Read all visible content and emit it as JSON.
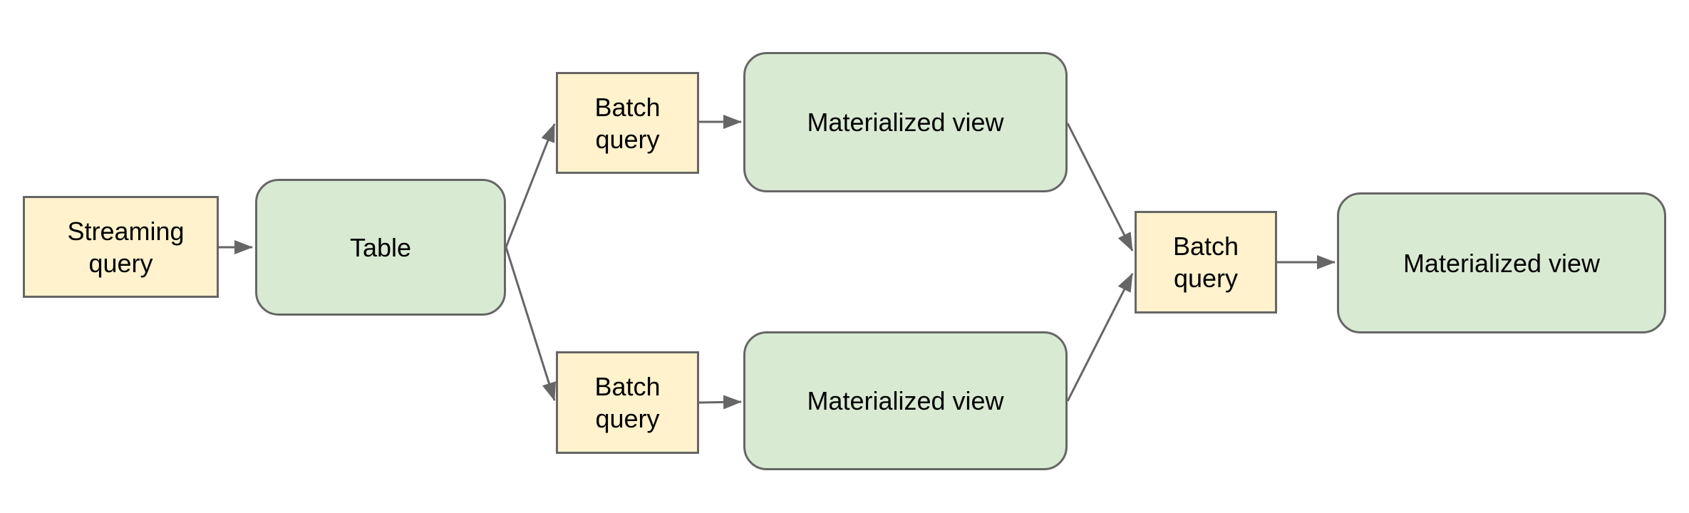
{
  "diagram": {
    "colors": {
      "canvas": "#ffffff",
      "query_fill": "#fff2cc",
      "query_border": "#666666",
      "storage_fill": "#d9ead3",
      "storage_border": "#666666",
      "edge": "#666666",
      "text": "#000000"
    },
    "nodes": [
      {
        "id": "streaming-query",
        "label": "Streaming query",
        "kind": "query"
      },
      {
        "id": "table",
        "label": "Table",
        "kind": "storage"
      },
      {
        "id": "batch-query-top",
        "label": "Batch query",
        "kind": "query"
      },
      {
        "id": "materialized-view-top",
        "label": "Materialized view",
        "kind": "storage"
      },
      {
        "id": "batch-query-bottom",
        "label": "Batch query",
        "kind": "query"
      },
      {
        "id": "materialized-view-bottom",
        "label": "Materialized view",
        "kind": "storage"
      },
      {
        "id": "batch-query-right",
        "label": "Batch query",
        "kind": "query"
      },
      {
        "id": "materialized-view-right",
        "label": "Materialized view",
        "kind": "storage"
      }
    ],
    "edges": [
      {
        "from": "streaming-query",
        "to": "table"
      },
      {
        "from": "table",
        "to": "batch-query-top"
      },
      {
        "from": "table",
        "to": "batch-query-bottom"
      },
      {
        "from": "batch-query-top",
        "to": "materialized-view-top"
      },
      {
        "from": "batch-query-bottom",
        "to": "materialized-view-bottom"
      },
      {
        "from": "materialized-view-top",
        "to": "batch-query-right"
      },
      {
        "from": "materialized-view-bottom",
        "to": "batch-query-right"
      },
      {
        "from": "batch-query-right",
        "to": "materialized-view-right"
      }
    ]
  }
}
